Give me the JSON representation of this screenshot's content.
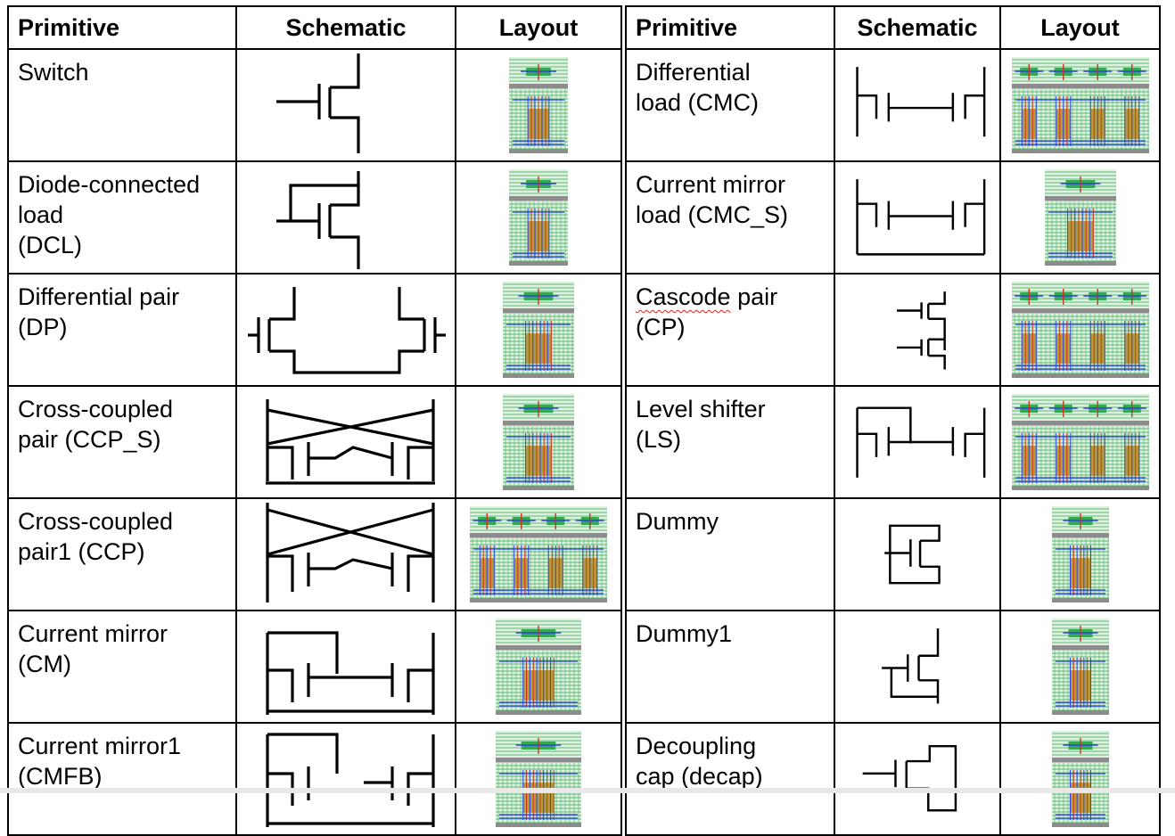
{
  "headers": {
    "primitive": "Primitive",
    "schematic": "Schematic",
    "layout": "Layout"
  },
  "left_rows": [
    {
      "name": "Switch",
      "lines": [
        "Switch"
      ],
      "schematic": "switch",
      "layout": {
        "fingers": 1,
        "w": 66
      }
    },
    {
      "name": "Diode-connected load (DCL)",
      "lines": [
        "Diode-connected",
        "load",
        "(DCL)"
      ],
      "schematic": "dcl",
      "layout": {
        "fingers": 1,
        "w": 66
      }
    },
    {
      "name": "Differential pair (DP)",
      "lines": [
        "Differential pair",
        "(DP)"
      ],
      "schematic": "dp",
      "layout": {
        "fingers": 1,
        "w": 80
      }
    },
    {
      "name": "Cross-coupled pair (CCP_S)",
      "lines": [
        "Cross-coupled",
        "pair (CCP_S)"
      ],
      "schematic": "ccp_s",
      "layout": {
        "fingers": 1,
        "w": 80
      }
    },
    {
      "name": "Cross-coupled pair1 (CCP)",
      "lines": [
        "Cross-coupled",
        "pair1 (CCP)"
      ],
      "schematic": "ccp",
      "layout": {
        "fingers": 4,
        "w": 154
      }
    },
    {
      "name": "Current mirror (CM)",
      "lines": [
        "Current mirror",
        "(CM)"
      ],
      "schematic": "cm",
      "layout": {
        "fingers": 1,
        "w": 96
      }
    },
    {
      "name": "Current mirror1 (CMFB)",
      "lines": [
        "Current mirror1",
        "(CMFB)"
      ],
      "schematic": "cmfb",
      "layout": {
        "fingers": 1,
        "w": 96
      }
    }
  ],
  "right_rows": [
    {
      "name": "Differential load (CMC)",
      "lines": [
        "Differential",
        "load (CMC)"
      ],
      "schematic": "cmc",
      "layout": {
        "fingers": 4,
        "w": 154
      }
    },
    {
      "name": "Current mirror load (CMC_S)",
      "lines": [
        "Current mirror",
        "load (CMC_S)"
      ],
      "schematic": "cmc_s",
      "layout": {
        "fingers": 1,
        "w": 80
      }
    },
    {
      "name": "Cascode pair (CP)",
      "lines": [
        "Cascode pair",
        "(CP)"
      ],
      "squiggle_word": "Cascode",
      "schematic": "cp",
      "layout": {
        "fingers": 4,
        "w": 154
      }
    },
    {
      "name": "Level shifter (LS)",
      "lines": [
        "Level shifter",
        "(LS)"
      ],
      "schematic": "ls",
      "layout": {
        "fingers": 4,
        "w": 154
      }
    },
    {
      "name": "Dummy",
      "lines": [
        "Dummy"
      ],
      "schematic": "dummy",
      "layout": {
        "fingers": 1,
        "w": 64
      }
    },
    {
      "name": "Dummy1",
      "lines": [
        "Dummy1"
      ],
      "schematic": "dummy1",
      "layout": {
        "fingers": 1,
        "w": 64
      }
    },
    {
      "name": "Decoupling cap (decap)",
      "lines": [
        "Decoupling",
        "cap (decap)"
      ],
      "squiggle_word": "decap",
      "schematic": "decap",
      "layout": {
        "fingers": 1,
        "w": 64
      }
    }
  ],
  "colors": {
    "line": "#000000",
    "grid_green": "#35a853",
    "metal_blue": "#2f3fe0",
    "poly_red": "#d03020",
    "active_gold": "#b79a3a",
    "rail_gray": "#8c8c8c",
    "layout_bg": "#dff0e0"
  }
}
